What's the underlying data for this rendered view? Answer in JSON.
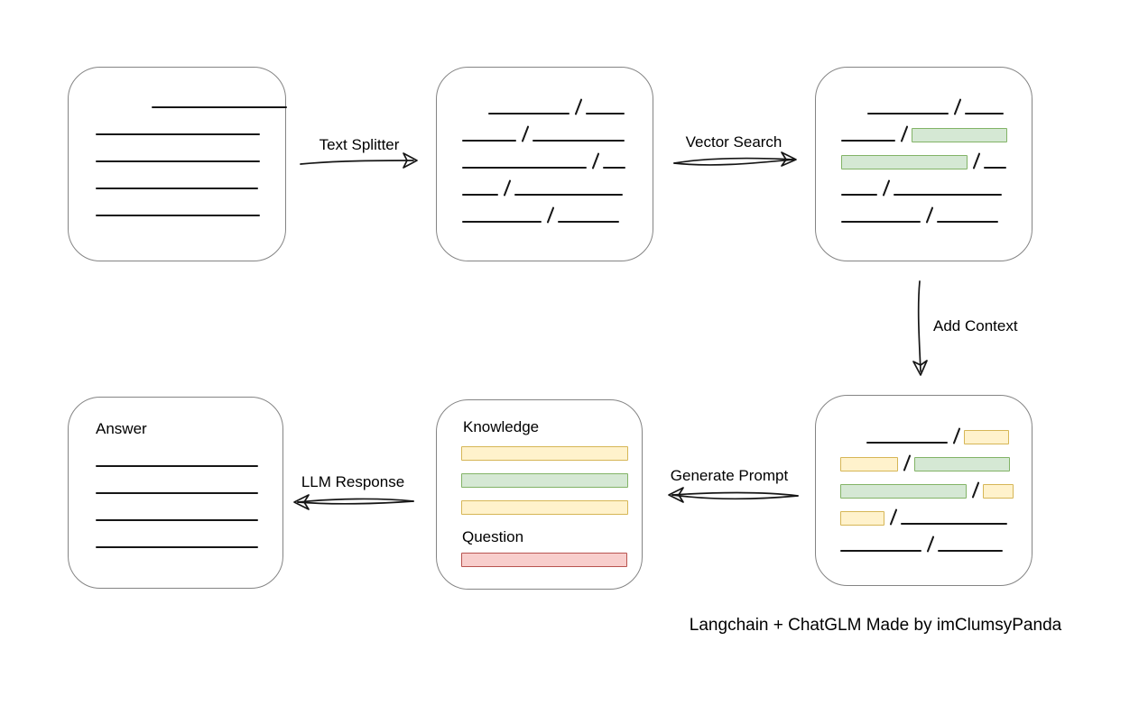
{
  "diagram": {
    "caption": "Langchain + ChatGLM Made by imClumsyPanda",
    "arrows": {
      "text_splitter": "Text Splitter",
      "vector_search": "Vector Search",
      "add_context": "Add Context",
      "generate_prompt": "Generate Prompt",
      "llm_response": "LLM Response"
    },
    "prompt_box": {
      "knowledge_label": "Knowledge",
      "question_label": "Question"
    },
    "answer_box": {
      "title": "Answer"
    }
  },
  "colors": {
    "line": "#161616",
    "box_border": "#848484",
    "green_fill": "#d5e8d4",
    "green_border": "#82b366",
    "yellow_fill": "#fff2cc",
    "yellow_border": "#d6b656",
    "red_fill": "#f8cecc",
    "red_border": "#b85450"
  },
  "rows": {
    "document": [
      [
        {
          "t": "line",
          "w": 150,
          "ml": 62
        }
      ],
      [
        {
          "t": "line",
          "w": 182
        }
      ],
      [
        {
          "t": "line",
          "w": 182
        }
      ],
      [
        {
          "t": "line",
          "w": 180
        }
      ],
      [
        {
          "t": "line",
          "w": 182
        }
      ]
    ],
    "chunks": [
      [
        {
          "t": "line",
          "w": 90,
          "ml": 29
        },
        {
          "t": "slash"
        },
        {
          "t": "line",
          "w": 43
        }
      ],
      [
        {
          "t": "line",
          "w": 60
        },
        {
          "t": "slash"
        },
        {
          "t": "line",
          "w": 102
        }
      ],
      [
        {
          "t": "line",
          "w": 138
        },
        {
          "t": "slash"
        },
        {
          "t": "line",
          "w": 25
        }
      ],
      [
        {
          "t": "line",
          "w": 40
        },
        {
          "t": "slash"
        },
        {
          "t": "line",
          "w": 120
        }
      ],
      [
        {
          "t": "line",
          "w": 88
        },
        {
          "t": "slash"
        },
        {
          "t": "line",
          "w": 68
        }
      ]
    ],
    "vector_matched": [
      [
        {
          "t": "line",
          "w": 90,
          "ml": 29
        },
        {
          "t": "slash"
        },
        {
          "t": "line",
          "w": 43
        }
      ],
      [
        {
          "t": "line",
          "w": 60
        },
        {
          "t": "slash"
        },
        {
          "t": "chunk",
          "c": "green",
          "w": 104
        }
      ],
      [
        {
          "t": "chunk",
          "c": "green",
          "w": 138
        },
        {
          "t": "slash"
        },
        {
          "t": "line",
          "w": 25
        }
      ],
      [
        {
          "t": "line",
          "w": 40
        },
        {
          "t": "slash"
        },
        {
          "t": "line",
          "w": 120
        }
      ],
      [
        {
          "t": "line",
          "w": 88
        },
        {
          "t": "slash"
        },
        {
          "t": "line",
          "w": 68
        }
      ]
    ],
    "context": [
      [
        {
          "t": "line",
          "w": 90,
          "ml": 29
        },
        {
          "t": "slash"
        },
        {
          "t": "chunk",
          "c": "yellow",
          "w": 48
        }
      ],
      [
        {
          "t": "chunk",
          "c": "yellow",
          "w": 62
        },
        {
          "t": "slash"
        },
        {
          "t": "chunk",
          "c": "green",
          "w": 104
        }
      ],
      [
        {
          "t": "chunk",
          "c": "green",
          "w": 138
        },
        {
          "t": "slash"
        },
        {
          "t": "chunk",
          "c": "yellow",
          "w": 32
        }
      ],
      [
        {
          "t": "chunk",
          "c": "yellow",
          "w": 47
        },
        {
          "t": "slash"
        },
        {
          "t": "line",
          "w": 118
        }
      ],
      [
        {
          "t": "line",
          "w": 90
        },
        {
          "t": "slash"
        },
        {
          "t": "line",
          "w": 72
        }
      ]
    ],
    "knowledge_bars": [
      [
        {
          "t": "chunk",
          "c": "yellow",
          "w": 183
        }
      ],
      [
        {
          "t": "chunk",
          "c": "green",
          "w": 183
        }
      ],
      [
        {
          "t": "chunk",
          "c": "yellow",
          "w": 183
        }
      ]
    ],
    "question_bar": [
      [
        {
          "t": "chunk",
          "c": "red",
          "w": 182
        }
      ]
    ],
    "answer_lines": [
      [
        {
          "t": "line",
          "w": 180
        }
      ],
      [
        {
          "t": "line",
          "w": 180
        }
      ],
      [
        {
          "t": "line",
          "w": 180
        }
      ],
      [
        {
          "t": "line",
          "w": 180
        }
      ]
    ]
  }
}
